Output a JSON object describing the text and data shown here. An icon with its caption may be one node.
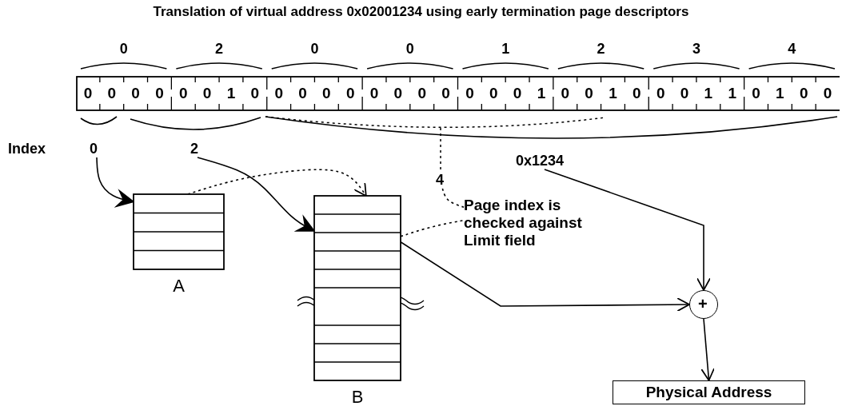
{
  "diagram": {
    "title": "Translation of virtual address 0x02001234 using early termination page descriptors",
    "nodes": [
      {
        "text": [
          "0",
          "0",
          "0",
          "0",
          "0",
          "0",
          "1",
          "0",
          "0",
          "0",
          "0",
          "0",
          "0",
          "0",
          "0",
          "0",
          "0",
          "0",
          "0",
          "1",
          "0",
          "0",
          "1",
          "0",
          "0",
          "0",
          "1",
          "1",
          "0",
          "1",
          "0",
          "0"
        ]
      },
      {
        "text": [
          "0"
        ]
      },
      {
        "text": [
          "2"
        ]
      },
      {
        "text": [
          "0x1234"
        ]
      },
      {
        "text": [
          "4"
        ]
      },
      {
        "text": [],
        "shape": "box",
        "beside": [
          "A"
        ]
      },
      {
        "text": [],
        "shape": "box",
        "beside": [
          "B"
        ]
      },
      {
        "text": [
          "Page index is checked against Limit field"
        ]
      },
      {
        "text": [
          "+"
        ]
      },
      {
        "text": [
          "Physical Address"
        ]
      }
    ],
    "edges": [
      {
        "from": 1,
        "to": 5,
        "arrow": "to"
      },
      {
        "from": 2,
        "to": 6,
        "arrow": "to"
      },
      {
        "from": 5,
        "to": 6,
        "arrow": "to",
        "style": "dashed"
      },
      {
        "from": 4,
        "to": 7,
        "arrow": "none",
        "style": "dashed"
      },
      {
        "from": 6,
        "to": 7,
        "arrow": "none",
        "style": "dashed"
      },
      {
        "from": 6,
        "to": 8,
        "arrow": "to"
      },
      {
        "from": 3,
        "to": 8,
        "arrow": "to"
      },
      {
        "from": 8,
        "to": 9,
        "arrow": "to"
      }
    ],
    "labels": [
      "0",
      "2",
      "0",
      "0",
      "1",
      "2",
      "3",
      "4",
      "Index"
    ]
  }
}
